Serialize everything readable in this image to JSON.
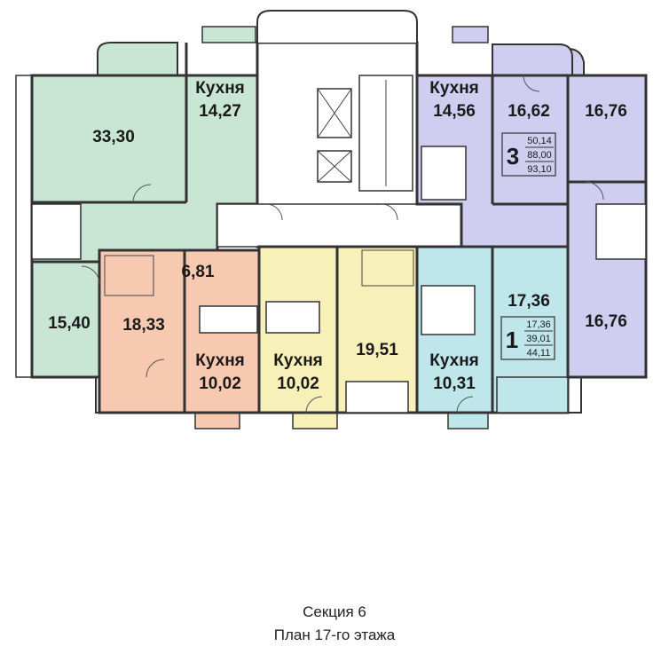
{
  "colors": {
    "green": "#c9e6d4",
    "orange": "#f7c9b0",
    "yellow": "#f7f0b8",
    "cyan": "#bfe6ea",
    "purple": "#cfcdf0",
    "core": "#ffffff"
  },
  "rooms": {
    "g_big": "33,30",
    "g_kitchen_label": "Кухня",
    "g_kitchen_area": "14,27",
    "g_small": "15,40",
    "o_room": "18,33",
    "o_hall": "6,81",
    "o_kitchen_label": "Кухня",
    "o_kitchen_area": "10,02",
    "y_kitchen_label": "Кухня",
    "y_kitchen_area": "10,02",
    "y_room": "19,51",
    "c_kitchen_label": "Кухня",
    "c_kitchen_area": "10,31",
    "c_room": "17,36",
    "p_kitchen_label": "Кухня",
    "p_kitchen_area": "14,56",
    "p_room1": "16,62",
    "p_room2": "16,76",
    "p_room3": "16,76"
  },
  "badges": {
    "three": {
      "rooms": "3",
      "living": "50,14",
      "total": "88,00",
      "total_balcony": "93,10"
    },
    "one": {
      "rooms": "1",
      "living": "17,36",
      "total": "39,01",
      "total_balcony": "44,11"
    }
  },
  "caption": {
    "line1": "Секция 6",
    "line2": "План 17-го этажа"
  }
}
